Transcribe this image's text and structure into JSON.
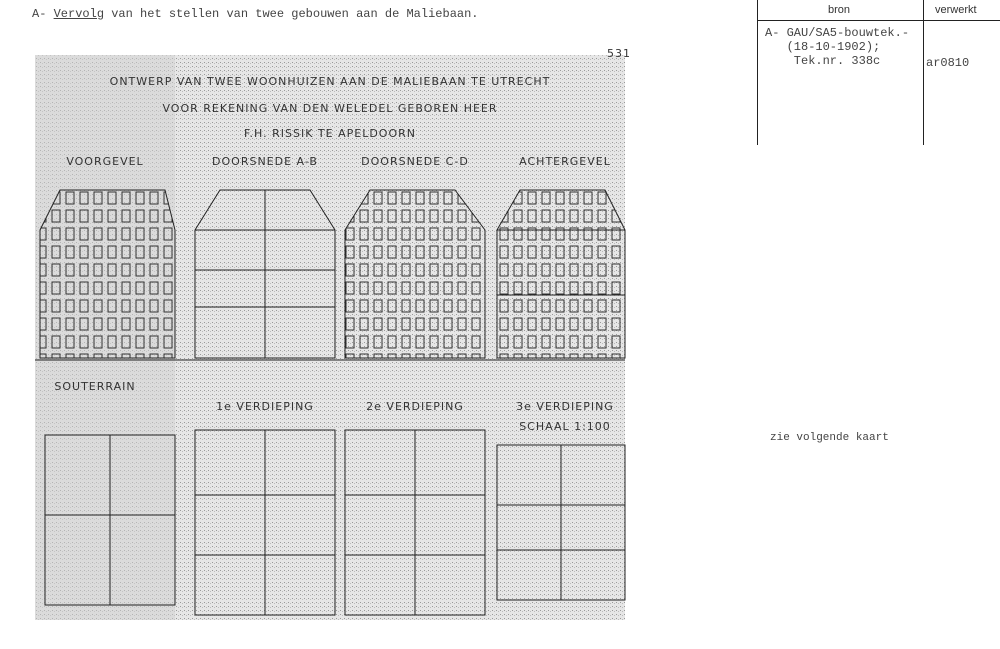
{
  "heading": {
    "prefix": "A- ",
    "underlined": "Vervolg",
    "rest": " van het stellen van twee gebouwen aan de Maliebaan."
  },
  "table": {
    "headers": {
      "bron": "bron",
      "verwerkt": "verwerkt"
    },
    "bron_lines": [
      "A- GAU/SA5-bouwtek.-",
      "   (18-10-1902);",
      "    Tek.nr. 338c"
    ],
    "verwerkt": "ar0810"
  },
  "note": "zie volgende kaart",
  "drawing": {
    "sheet_number": "531",
    "title_lines": [
      "ONTWERP VAN TWEE WOONHUIZEN AAN DE MALIEBAAN TE UTRECHT",
      "VOOR REKENING VAN DEN WELEDEL GEBOREN HEER",
      "F.H. RISSIK TE APELDOORN"
    ],
    "elevations": [
      "VOORGEVEL",
      "DOORSNEDE A-B",
      "DOORSNEDE C-D",
      "ACHTERGEVEL"
    ],
    "plans": [
      "SOUTERRAIN",
      "1e VERDIEPING",
      "2e VERDIEPING",
      "3e VERDIEPING"
    ],
    "scale": "SCHAAL 1:100"
  }
}
